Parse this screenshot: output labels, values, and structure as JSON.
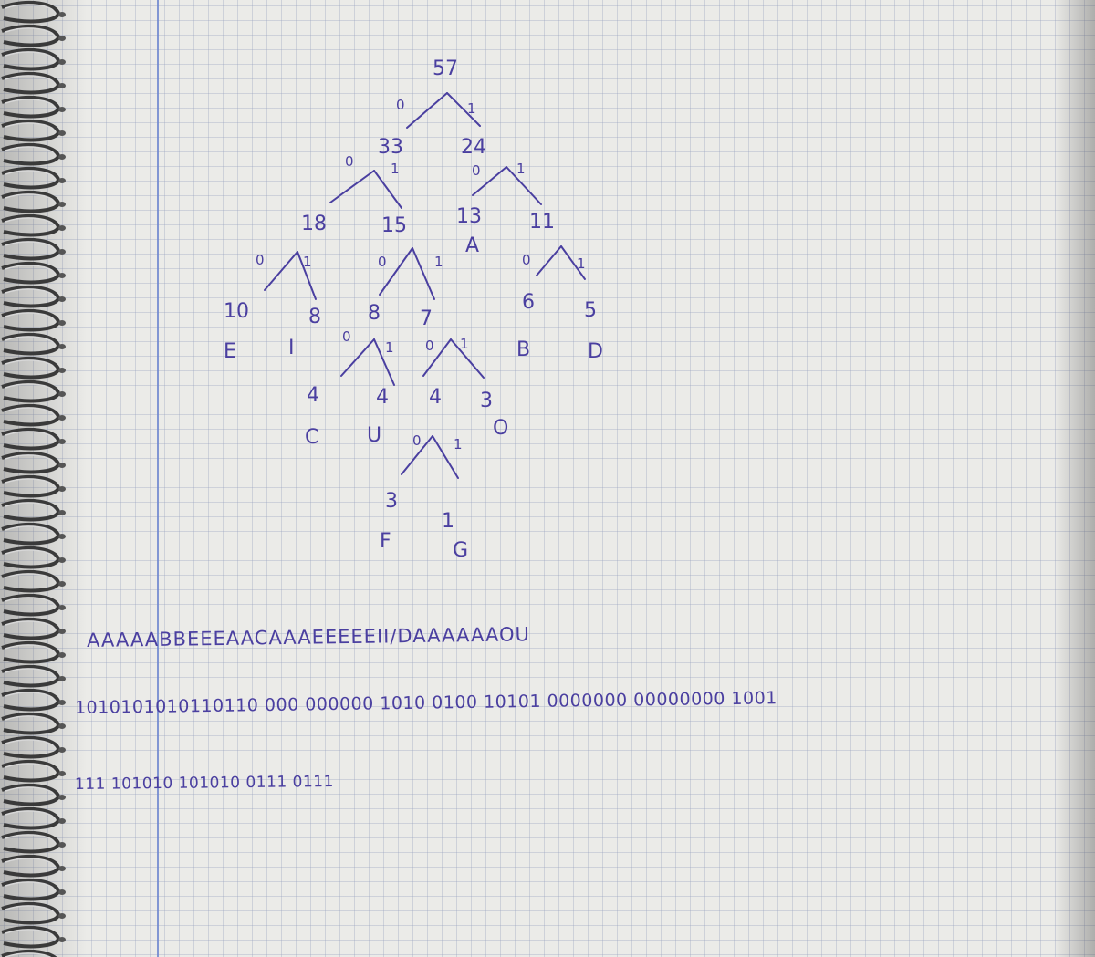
{
  "colors": {
    "ink": "#4a3fa0",
    "paper": "#ebebe8",
    "grid": "#96a0be",
    "margin_line": "#6f87cf"
  },
  "tree": {
    "root": "57",
    "nodes": {
      "n33": "33",
      "n24": "24",
      "n18": "18",
      "n15": "15",
      "n13": "13",
      "n11": "11",
      "n10": "10",
      "n8a": "8",
      "n8b": "8",
      "n7": "7",
      "n6": "6",
      "n5": "5",
      "n4a": "4",
      "n4b": "4",
      "n4c": "4",
      "n3a": "3",
      "n3b": "3",
      "n1": "1"
    },
    "letters": {
      "A": "A",
      "E": "E",
      "I": "I",
      "B": "B",
      "D": "D",
      "C": "C",
      "U": "U",
      "O": "O",
      "F": "F",
      "G": "G"
    },
    "edge_labels": {
      "zero": "0",
      "one": "1"
    }
  },
  "sequence": "AAAAABBEEEAACAAAEEEEEII/DAAAAAAOU",
  "bits_line1": "1010101010110110 000 000000 1010 0100 10101 0000000 00000000 1001",
  "bits_line2": "111 101010 101010 0111 0111"
}
